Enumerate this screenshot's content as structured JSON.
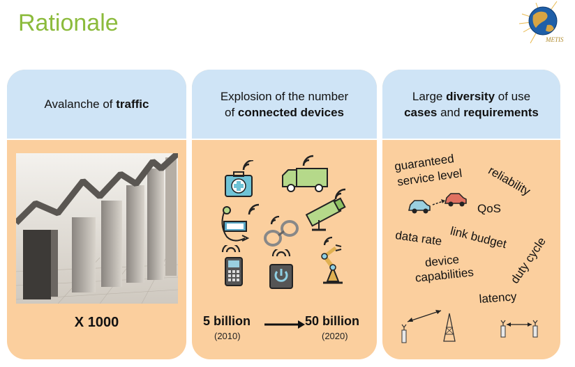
{
  "slide": {
    "title": "Rationale",
    "logo_text": "METIS"
  },
  "panels": [
    {
      "head": [
        {
          "text": "Avalanche of ",
          "bold": false
        },
        {
          "text": "traffic",
          "bold": true
        }
      ],
      "big_label": "X 1000"
    },
    {
      "head_line1": "Explosion of the number",
      "head_line2_pre": "of ",
      "head_line2_bold": "connected devices",
      "from_value": "5 billion",
      "from_year": "(2010)",
      "to_value": "50 billion",
      "to_year": "(2020)"
    },
    {
      "head_line1_pre": "Large ",
      "head_line1_bold": "diversity",
      "head_line1_post": " of use",
      "head_line2_bold1": "cases",
      "head_line2_mid": " and ",
      "head_line2_bold2": "requirements",
      "words": {
        "guaranteed": "guaranteed",
        "service_level": "service level",
        "reliability": "reliability",
        "qos": "QoS",
        "data_rate": "data rate",
        "link_budget": "link budget",
        "duty_cycle": "duty cycle",
        "device": "device",
        "capabilities": "capabilities",
        "latency": "latency"
      }
    }
  ],
  "colors": {
    "title": "#8cbb3c",
    "panel_body": "#fbcf9e",
    "panel_head": "#cfe4f6"
  },
  "icons": [
    "globe-logo-icon",
    "medical-case-icon",
    "truck-icon",
    "plug-meter-icon",
    "handcuffs-icon",
    "security-camera-icon",
    "mobile-phone-icon",
    "power-button-icon",
    "robot-arm-icon",
    "car-icon",
    "antenna-icon",
    "tower-icon"
  ]
}
